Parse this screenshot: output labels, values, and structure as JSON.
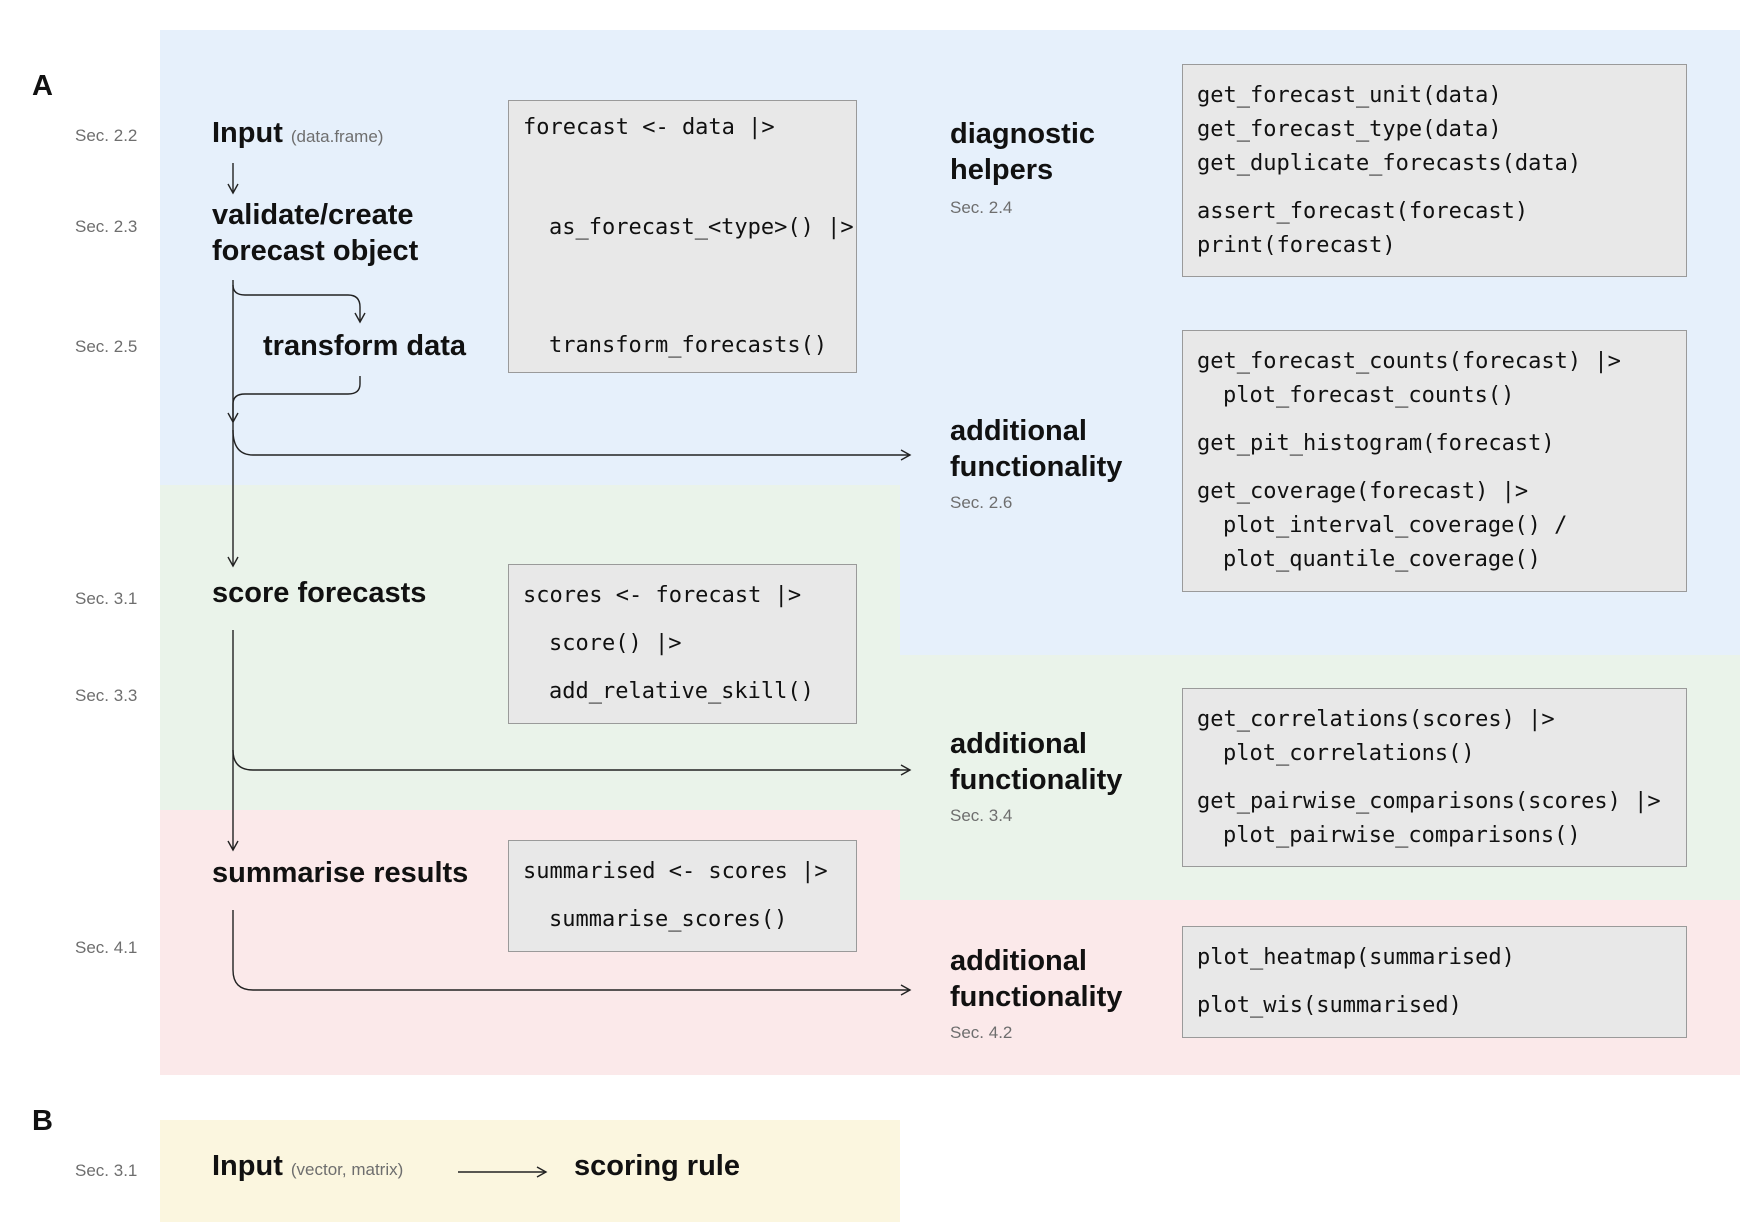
{
  "panel_a": {
    "label": "A",
    "input": {
      "title": "Input",
      "note": "(data.frame)",
      "sec": "Sec. 2.2"
    },
    "validate": {
      "title_line1": "validate/create",
      "title_line2": "forecast object",
      "sec": "Sec. 2.3"
    },
    "transform": {
      "title": "transform data",
      "sec": "Sec. 2.5"
    },
    "forecast_code": [
      "forecast <- data |>",
      "as_forecast_<type>() |>",
      "transform_forecasts()"
    ],
    "diagnostic": {
      "title_line1": "diagnostic",
      "title_line2": "helpers",
      "sec": "Sec. 2.4",
      "code": [
        "get_forecast_unit(data)",
        "get_forecast_type(data)",
        "get_duplicate_forecasts(data)",
        "assert_forecast(forecast)",
        "print(forecast)"
      ]
    },
    "additional_1": {
      "title_line1": "additional",
      "title_line2": "functionality",
      "sec": "Sec. 2.6",
      "code": [
        "get_forecast_counts(forecast) |>",
        "plot_forecast_counts()",
        "get_pit_histogram(forecast)",
        "get_coverage(forecast) |>",
        "plot_interval_coverage() /",
        "plot_quantile_coverage()"
      ]
    },
    "score": {
      "title": "score forecasts",
      "sec": "Sec. 3.1",
      "code": [
        "scores <- forecast |>",
        "score() |>",
        "add_relative_skill()"
      ]
    },
    "additional_2": {
      "title_line1": "additional",
      "title_line2": "functionality",
      "sec": "Sec. 3.4",
      "left_sec": "Sec. 3.3",
      "code": [
        "get_correlations(scores) |>",
        "plot_correlations()",
        "get_pairwise_comparisons(scores) |>",
        "plot_pairwise_comparisons()"
      ]
    },
    "summarise": {
      "title": "summarise results",
      "code": [
        "summarised <- scores |>",
        "summarise_scores()"
      ]
    },
    "additional_3": {
      "title_line1": "additional",
      "title_line2": "functionality",
      "sec": "Sec. 4.2",
      "left_sec": "Sec. 4.1",
      "code": [
        "plot_heatmap(summarised)",
        "plot_wis(summarised)"
      ]
    }
  },
  "panel_b": {
    "label": "B",
    "sec": "Sec. 3.1",
    "input_title": "Input",
    "input_note": "(vector, matrix)",
    "target": "scoring rule"
  },
  "colors": {
    "blue_region": "#e6f0fb",
    "green_region": "#eaf3ea",
    "pink_region": "#fbe9ea",
    "yellow_region": "#fbf6df",
    "code_bg": "#e8e8e8"
  }
}
